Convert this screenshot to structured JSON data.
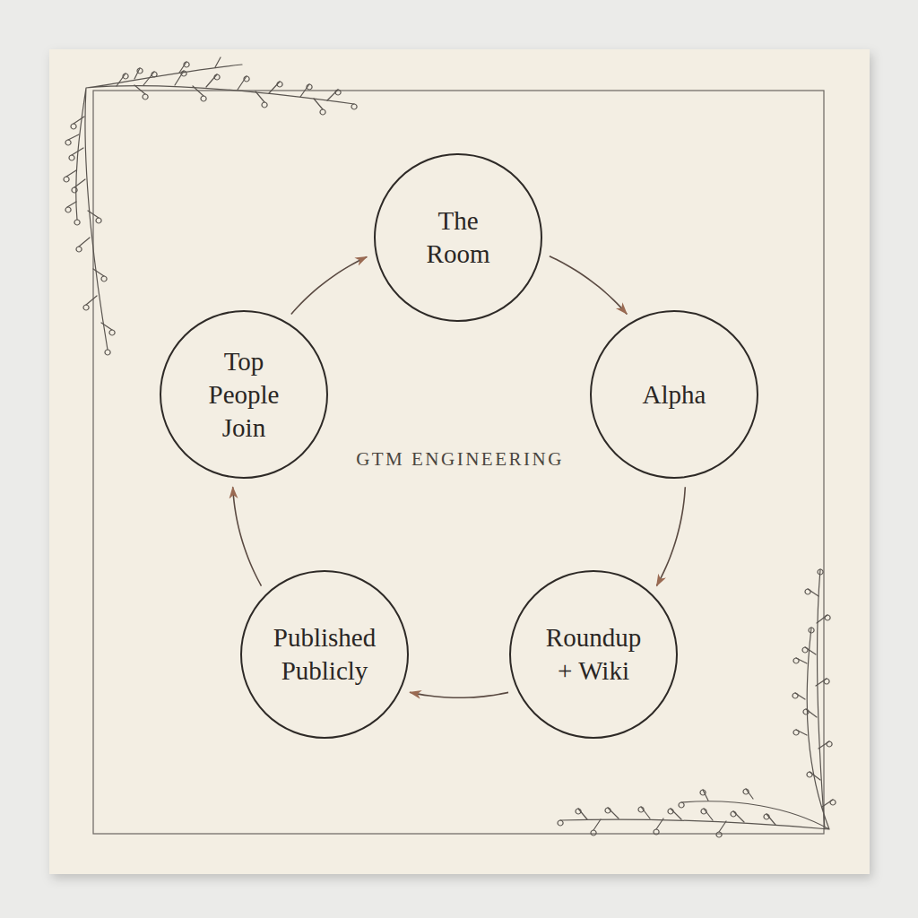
{
  "diagram": {
    "nodes": [
      {
        "text": [
          "The Room"
        ]
      },
      {
        "text": [
          "Top People Join"
        ]
      },
      {
        "text": [
          "Alpha"
        ]
      },
      {
        "text": [
          "Published Publicly"
        ]
      },
      {
        "text": [
          "Roundup + Wiki"
        ]
      }
    ],
    "edges": [
      {
        "from": 0,
        "to": 2,
        "arrow": "to"
      },
      {
        "from": 2,
        "to": 4,
        "arrow": "to"
      },
      {
        "from": 4,
        "to": 3,
        "arrow": "to"
      },
      {
        "from": 3,
        "to": 1,
        "arrow": "to"
      },
      {
        "from": 1,
        "to": 0,
        "arrow": "to"
      }
    ],
    "labels": [
      "GTM ENGINEERING"
    ]
  }
}
